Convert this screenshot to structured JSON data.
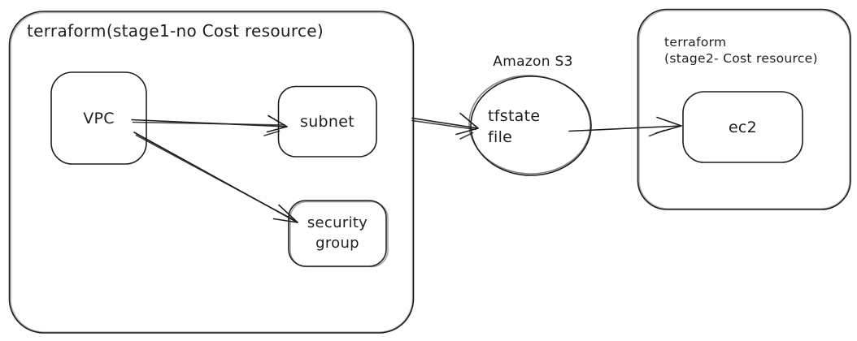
{
  "canvas": {
    "background": "#ffffff",
    "stroke_color": "#1e1e1e"
  },
  "stage1": {
    "title": "terraform(stage1-no Cost resource)",
    "vpc_label": "VPC",
    "subnet_label": "subnet",
    "security_group_label": "security\ngroup"
  },
  "s3": {
    "title": "Amazon S3",
    "tfstate_label": "tfstate\nfile"
  },
  "stage2": {
    "title": "terraform\n(stage2- Cost resource)",
    "ec2_label": "ec2"
  },
  "edges": [
    {
      "from": "VPC",
      "to": "subnet"
    },
    {
      "from": "VPC",
      "to": "security group"
    },
    {
      "from": "terraform stage1 container",
      "to": "tfstate file"
    },
    {
      "from": "tfstate file",
      "to": "ec2"
    }
  ]
}
